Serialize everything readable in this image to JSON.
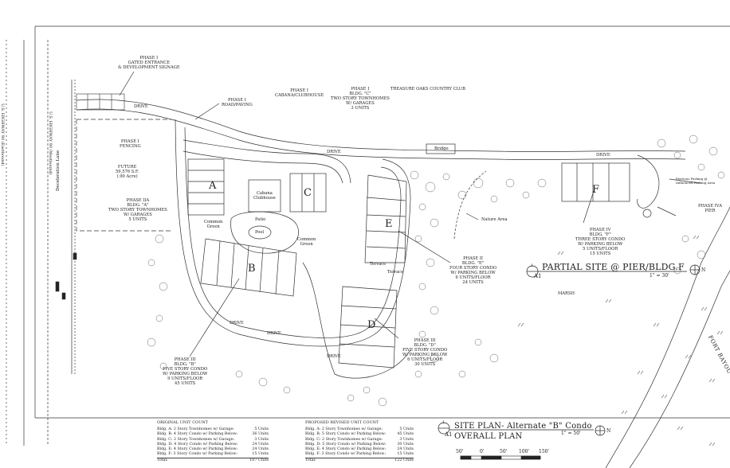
{
  "plan": {
    "left_margin": {
      "hwy_eastbound": "U.S. HIGHWAY 90 (Eastbound)",
      "hwy_westbound": "U.S. HIGHWAY 90 (Westbound)",
      "deceleration_lane": "Deceleration Lane"
    },
    "labels": {
      "phase1_entrance": [
        "PHASE I",
        "GATED ENTRANCE",
        "& DEVELOPMENT SIGNAGE"
      ],
      "drive_entrance": "DRIVE",
      "phase1_road": [
        "PHASE I",
        "ROAD/PAVING"
      ],
      "phase1_cabana": [
        "PHASE I",
        "CABANA/CLUBHOUSE"
      ],
      "phase1_bldg_c": [
        "PHASE I",
        "BLDG. \"C\"",
        "TWO STORY TOWNHOMES",
        "W/ GARAGES",
        "3 UNITS"
      ],
      "treasure_oaks": "TREASURE OAKS COUNTRY CLUB",
      "phase1_fencing": [
        "PHASE I",
        "FENCING"
      ],
      "future": [
        "FUTURE",
        "59,576 S.F.",
        "(.90 Acre)"
      ],
      "phase2a": [
        "PHASE IIA",
        "BLDG. \"A\"",
        "TWO STORY TOWNHOMES",
        "W/ GARAGES",
        "5 UNITS"
      ],
      "cabana_clubhouse": [
        "Cabana",
        "Clubhouse"
      ],
      "pool": "Pool",
      "patio": "Patio",
      "common_green_1": [
        "Common",
        "Green"
      ],
      "common_green_2": [
        "Common",
        "Green"
      ],
      "drive_mid": "DRIVE",
      "drive_right": "DRIVE",
      "drive_lower_1": "DRIVE",
      "drive_lower_2": "DRIVE",
      "drive_lower_3": "DRIVE",
      "bridge": "Bridge",
      "nature_area": "Nature Area",
      "phase2_e": [
        "PHASE II",
        "BLDG. \"E\"",
        "FOUR STORY CONDO",
        "W/ PARKING BELOW",
        "6 UNITS/FLOOR",
        "24 UNITS"
      ],
      "terrace_1": "Terrace",
      "terrace_2": "Terrace",
      "phase4_f": [
        "PHASE IV",
        "BLDG. \"F\"",
        "THREE STORY CONDO",
        "W/ PARKING BELOW",
        "5 UNITS/FLOOR",
        "15 UNITS"
      ],
      "phase4a_pier": [
        "PHASE IVA",
        "PIER"
      ],
      "pervious_parking": [
        "Pervious Parking @",
        "Influenced Parking Area"
      ],
      "marsh": "MARSH",
      "phase3_d": [
        "PHASE III",
        "BLDG. \"D\"",
        "FIVE STORY CONDO",
        "W/ PARKING BELOW",
        "6 UNITS/FLOOR",
        "30 UNITS"
      ],
      "phase3_b": [
        "PHASE III",
        "BLDG. \"B\"",
        "FIVE STORY CONDO",
        "W/ PARKING BELOW",
        "9 UNITS/FLOOR",
        "45 UNITS"
      ],
      "fort_bayou": "FORT BAYOU"
    },
    "buildings": {
      "a": "A",
      "b": "B",
      "c": "C",
      "d": "D",
      "e": "E",
      "f": "F"
    }
  },
  "partial_site": {
    "detail_number": "1",
    "sheet": "A1",
    "title": "PARTIAL SITE @ PIER/BLDG.F",
    "scale": "1\" = 30'",
    "north": "N"
  },
  "site_plan": {
    "detail_number": "1",
    "sheet": "A1",
    "title": "SITE PLAN- Alternate \"B\" Condo",
    "subtitle": "OVERALL PLAN",
    "scale": "1\" = 50'",
    "north": "N",
    "scale_bar": [
      "50'",
      "0'",
      "50'",
      "100'",
      "150'"
    ]
  },
  "original_unit_count": {
    "heading": "ORIGINAL UNIT COUNT",
    "rows": [
      {
        "label": "Bldg. A: 2 Story Townhomes w/ Garage:",
        "value": "5 Units"
      },
      {
        "label": "Bldg. B: 4 Story Condo w/ Parking Below:",
        "value": "36 Units"
      },
      {
        "label": "Bldg. C: 2 Story Townhomes w/ Garage:",
        "value": "3 Units"
      },
      {
        "label": "Bldg. D: 4 Story Condo w/ Parking Below:",
        "value": "24 Units"
      },
      {
        "label": "Bldg. E: 4 Story Condo w/ Parking Below:",
        "value": "24 Units"
      },
      {
        "label": "Bldg. F: 3 Story Condo w/ Parking Below:",
        "value": "15 Units"
      }
    ],
    "total_label": "Total:",
    "total_value": "107 Units"
  },
  "proposed_unit_count": {
    "heading": "PROPOSED REVISED UNIT COUNT",
    "rows": [
      {
        "label": "Bldg. A: 2 Story Townhomes w/ Garage:",
        "value": "5 Units"
      },
      {
        "label": "Bldg. B: 5 Story Condo w/ Parking Below:",
        "value": "45 Units"
      },
      {
        "label": "Bldg. C: 2 Story Townhomes w/ Garage:",
        "value": "3 Units"
      },
      {
        "label": "Bldg. D: 5 Story Condo w/ Parking Below:",
        "value": "30 Units"
      },
      {
        "label": "Bldg. E: 4 Story Condo w/ Parking Below:",
        "value": "24 Units"
      },
      {
        "label": "Bldg. F: 3 Story Condo w/ Parking Below:",
        "value": "15 Units"
      }
    ],
    "total_label": "Total:",
    "total_value": "122 Units"
  }
}
